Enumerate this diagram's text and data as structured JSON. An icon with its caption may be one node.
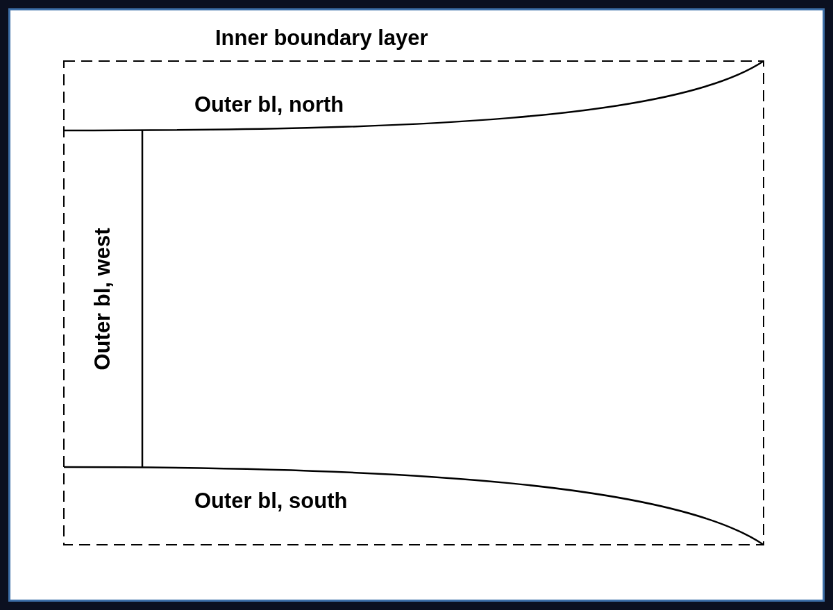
{
  "diagram": {
    "nodes": [
      {
        "text": [
          "Inner boundary layer"
        ]
      },
      {
        "text": [
          "Outer bl, north"
        ],
        "in": 0
      },
      {
        "text": [
          "Outer bl, west"
        ],
        "in": 0
      },
      {
        "text": [
          "Outer bl, south"
        ],
        "in": 0
      }
    ],
    "edges": []
  }
}
